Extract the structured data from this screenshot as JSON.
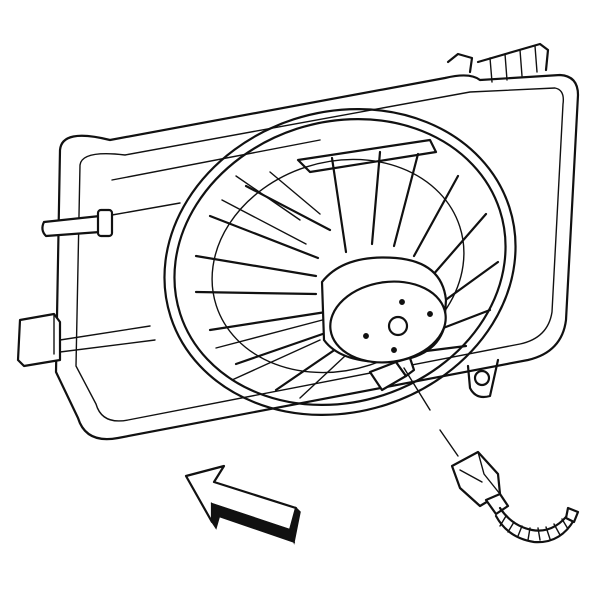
{
  "diagram": {
    "parts": [
      "fan-shroud-frame",
      "fan-blade-assembly",
      "fan-motor",
      "motor-connector",
      "wire-harness-connector",
      "direction-arrow"
    ],
    "colors": {
      "line": "#111111",
      "background": "#ffffff"
    },
    "icons": {
      "direction": "arrow-up-left-icon"
    }
  }
}
